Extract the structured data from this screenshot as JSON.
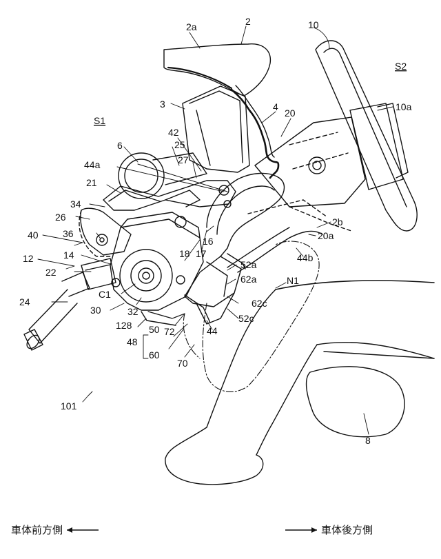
{
  "labels": {
    "l2": "2",
    "l2a": "2a",
    "l3": "3",
    "l4": "4",
    "l20": "20",
    "l10": "10",
    "lS2": "S2",
    "l10a": "10a",
    "lS1": "S1",
    "l42": "42",
    "l6": "6",
    "l25": "25",
    "l44a": "44a",
    "l27": "27",
    "l21": "21",
    "l34": "34",
    "l26": "26",
    "l40": "40",
    "l36": "36",
    "l12": "12",
    "l14": "14",
    "l22": "22",
    "l24": "24",
    "l16": "16",
    "l18": "18",
    "l17": "17",
    "l2b": "2b",
    "l20a": "20a",
    "l52a": "52a",
    "l44b": "44b",
    "l62a": "62a",
    "lN1": "N1",
    "lC1": "C1",
    "l30": "30",
    "l32": "32",
    "l128": "128",
    "l62c": "62c",
    "l52c": "52c",
    "l50": "50",
    "l72": "72",
    "l44": "44",
    "l48": "48",
    "l60": "60",
    "l70": "70",
    "l101": "101",
    "l8": "8"
  },
  "directions": {
    "front": "車体前方側",
    "rear": "車体後方側"
  }
}
